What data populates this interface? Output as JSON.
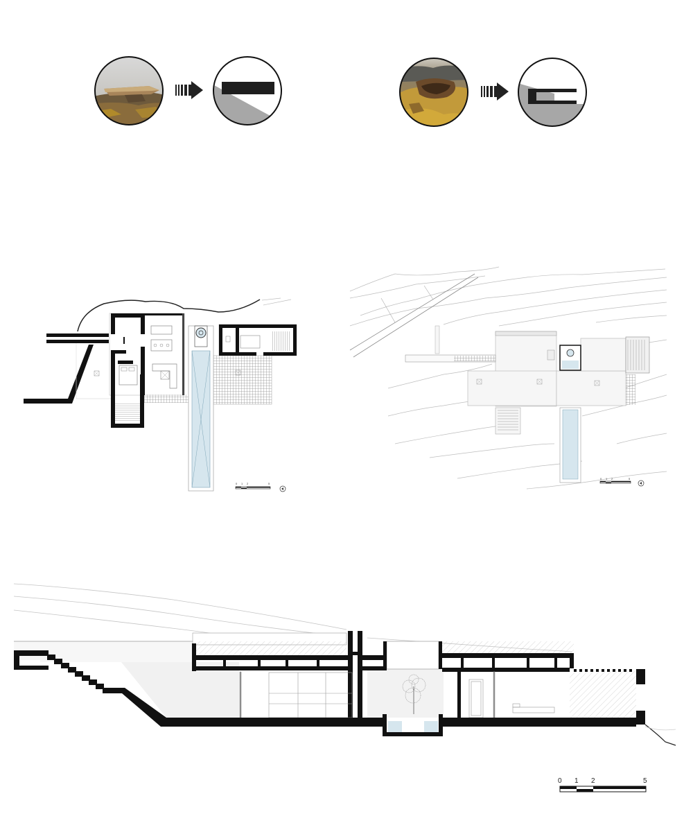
{
  "concept": {
    "left_pair": {
      "photo": "rock-slab-photo",
      "arrow": "arrow-right-icon",
      "abstraction": "floating-slab-diagram"
    },
    "right_pair": {
      "photo": "cave-rock-photo",
      "arrow": "arrow-right-icon",
      "abstraction": "cantilever-cave-diagram"
    }
  },
  "plans": {
    "ground_floor": {
      "scale_bar": "scale-bar",
      "north_arrow": "north-arrow-icon"
    },
    "site_plan": {
      "scale_bar": "scale-bar",
      "north_arrow": "north-arrow-icon"
    }
  },
  "section": {
    "scale": {
      "labels": [
        "0",
        "1",
        "2",
        "5"
      ]
    }
  },
  "colors": {
    "wall": "#111111",
    "pool": "#d6e6ee",
    "hatch": "#9a9a9a",
    "diagram_grey": "#a7a7a7",
    "rock_ochre": "#a97a2c"
  }
}
